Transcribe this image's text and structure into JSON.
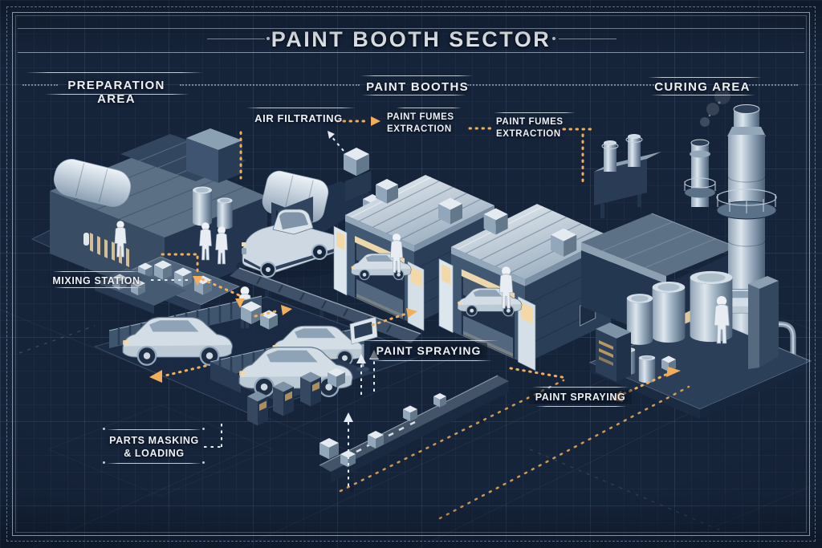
{
  "title": "PAINT BOOTH SECTOR",
  "section_headers": {
    "preparation": "PREPARATION AREA",
    "paint_booths": "PAINT BOOTHS",
    "curing": "CURING AREA"
  },
  "annotations": {
    "air_filtrating": "AIR FILTRATING",
    "paint_fumes_extraction_left": {
      "line1": "PAINT FUMES",
      "line2": "EXTRACTION"
    },
    "paint_fumes_extraction_right": {
      "line1": "PAINT FUMES",
      "line2": "EXTRACTION"
    },
    "mixing_station": "MIXING STATION",
    "paint_spraying_booth": "PAINT SPRAYING",
    "paint_spraying_curing": "PAINT SPRAYING",
    "parts_masking_loading": {
      "line1": "PARTS MASKING",
      "line2": "& LOADING"
    }
  },
  "colors": {
    "background": "#16243a",
    "grid_line": "#7fa0c8",
    "frame_line": "#c5d4e2",
    "text": "#edf1f5",
    "flow_arrow_orange": "#f2ae58",
    "warm_glow": "#f6dfae",
    "structure_light": "#dfe8ef",
    "structure_mid": "#415872",
    "structure_dark": "#243750",
    "interior_shadow": "#1f3048"
  },
  "illustration_icons": [
    "preparation-building-icon",
    "air-filter-unit-icon",
    "pickup-truck-icon",
    "transfer-conveyor-icon",
    "paint-booth-icon",
    "car-icon",
    "worker-icon",
    "chimney-icon",
    "exhaust-stack-icon",
    "smoke-icon",
    "storage-tank-icon",
    "paint-canister-icon",
    "masking-bay-icon",
    "floor-conveyor-icon",
    "crate-icon",
    "flow-arrow-icon",
    "sprayer-panel-icon"
  ]
}
